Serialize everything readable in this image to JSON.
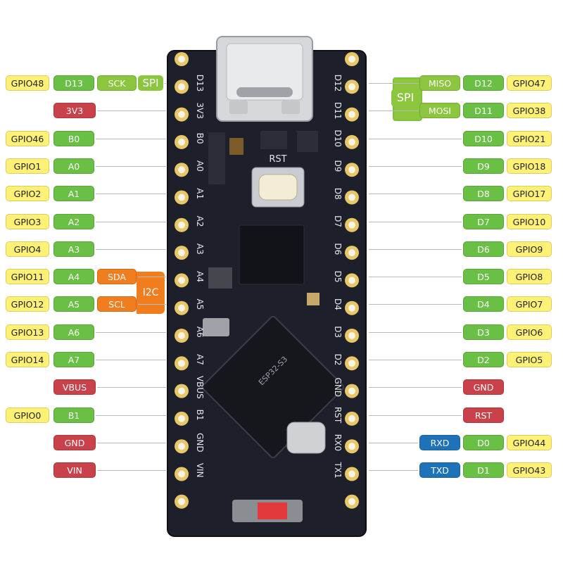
{
  "colors": {
    "gpio": "#fff176",
    "digital": "#6abf45",
    "analog": "#6abf45",
    "spi": "#8cc63f",
    "i2c": "#f07d1e",
    "power": "#c9414a",
    "uart": "#1e73b8",
    "board": "#1d1f2b",
    "pad": "#e8c766"
  },
  "board": {
    "left_silk": [
      "D13",
      "3V3",
      "B0",
      "A0",
      "A1",
      "A2",
      "A3",
      "A4",
      "A5",
      "A6",
      "A7",
      "VBUS",
      "B1",
      "GND",
      "VIN"
    ],
    "right_silk": [
      "D12",
      "D11",
      "D10",
      "D9",
      "D8",
      "D7",
      "D6",
      "D5",
      "D4",
      "D3",
      "D2",
      "GND",
      "RST",
      "RX0",
      "TX1"
    ],
    "button_label": "RST",
    "chip_text": "ESP32-S3"
  },
  "left_pins": [
    [
      {
        "text": "GPIO48",
        "kind": "gpio"
      },
      {
        "text": "D13",
        "kind": "digital"
      },
      {
        "text": "SCK",
        "kind": "spi"
      },
      {
        "text": "SPI",
        "kind": "spi-big"
      }
    ],
    [
      {
        "text": "3V3",
        "kind": "power"
      }
    ],
    [
      {
        "text": "GPIO46",
        "kind": "gpio"
      },
      {
        "text": "B0",
        "kind": "digital"
      }
    ],
    [
      {
        "text": "GPIO1",
        "kind": "gpio"
      },
      {
        "text": "A0",
        "kind": "analog"
      }
    ],
    [
      {
        "text": "GPIO2",
        "kind": "gpio"
      },
      {
        "text": "A1",
        "kind": "analog"
      }
    ],
    [
      {
        "text": "GPIO3",
        "kind": "gpio"
      },
      {
        "text": "A2",
        "kind": "analog"
      }
    ],
    [
      {
        "text": "GPIO4",
        "kind": "gpio"
      },
      {
        "text": "A3",
        "kind": "analog"
      }
    ],
    [
      {
        "text": "GPIO11",
        "kind": "gpio"
      },
      {
        "text": "A4",
        "kind": "analog"
      },
      {
        "text": "SDA",
        "kind": "i2c"
      }
    ],
    [
      {
        "text": "GPIO12",
        "kind": "gpio"
      },
      {
        "text": "A5",
        "kind": "analog"
      },
      {
        "text": "SCL",
        "kind": "i2c"
      }
    ],
    [
      {
        "text": "GPIO13",
        "kind": "gpio"
      },
      {
        "text": "A6",
        "kind": "analog"
      }
    ],
    [
      {
        "text": "GPIO14",
        "kind": "gpio"
      },
      {
        "text": "A7",
        "kind": "analog"
      }
    ],
    [
      {
        "text": "VBUS",
        "kind": "power"
      }
    ],
    [
      {
        "text": "GPIO0",
        "kind": "gpio"
      },
      {
        "text": "B1",
        "kind": "digital"
      }
    ],
    [
      {
        "text": "GND",
        "kind": "power"
      }
    ],
    [
      {
        "text": "VIN",
        "kind": "power"
      }
    ]
  ],
  "right_pins": [
    [
      {
        "text": "MISO",
        "kind": "spi"
      },
      {
        "text": "D12",
        "kind": "digital"
      },
      {
        "text": "GPIO47",
        "kind": "gpio"
      }
    ],
    [
      {
        "text": "MOSI",
        "kind": "spi"
      },
      {
        "text": "D11",
        "kind": "digital"
      },
      {
        "text": "GPIO38",
        "kind": "gpio"
      }
    ],
    [
      {
        "text": "D10",
        "kind": "digital"
      },
      {
        "text": "GPIO21",
        "kind": "gpio"
      }
    ],
    [
      {
        "text": "D9",
        "kind": "digital"
      },
      {
        "text": "GPIO18",
        "kind": "gpio"
      }
    ],
    [
      {
        "text": "D8",
        "kind": "digital"
      },
      {
        "text": "GPIO17",
        "kind": "gpio"
      }
    ],
    [
      {
        "text": "D7",
        "kind": "digital"
      },
      {
        "text": "GPIO10",
        "kind": "gpio"
      }
    ],
    [
      {
        "text": "D6",
        "kind": "digital"
      },
      {
        "text": "GPIO9",
        "kind": "gpio"
      }
    ],
    [
      {
        "text": "D5",
        "kind": "digital"
      },
      {
        "text": "GPIO8",
        "kind": "gpio"
      }
    ],
    [
      {
        "text": "D4",
        "kind": "digital"
      },
      {
        "text": "GPIO7",
        "kind": "gpio"
      }
    ],
    [
      {
        "text": "D3",
        "kind": "digital"
      },
      {
        "text": "GPIO6",
        "kind": "gpio"
      }
    ],
    [
      {
        "text": "D2",
        "kind": "digital"
      },
      {
        "text": "GPIO5",
        "kind": "gpio"
      }
    ],
    [
      {
        "text": "GND",
        "kind": "power"
      }
    ],
    [
      {
        "text": "RST",
        "kind": "power"
      }
    ],
    [
      {
        "text": "RXD",
        "kind": "uart"
      },
      {
        "text": "D0",
        "kind": "digital"
      },
      {
        "text": "GPIO44",
        "kind": "gpio"
      }
    ],
    [
      {
        "text": "TXD",
        "kind": "uart"
      },
      {
        "text": "D1",
        "kind": "digital"
      },
      {
        "text": "GPIO43",
        "kind": "gpio"
      }
    ]
  ],
  "groups": {
    "right_spi": "SPI",
    "left_i2c": "I2C"
  }
}
